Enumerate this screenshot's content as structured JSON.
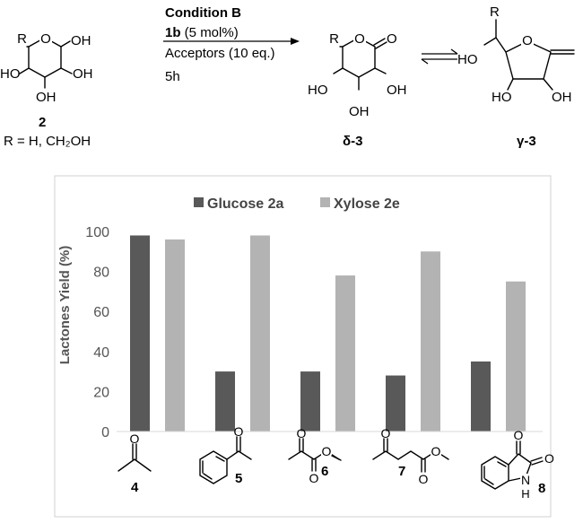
{
  "scheme": {
    "reactant_number": "2",
    "r_definition": "R = H, CH₂OH",
    "condition_title": "Condition B",
    "catalyst_bold": "1b",
    "catalyst_loading": " (5 mol%)",
    "acceptors": "Acceptors (10 eq.)",
    "time": "5h",
    "product_delta": "δ-3",
    "product_gamma": "γ-3",
    "atoms": {
      "R": "R",
      "O": "O",
      "OH": "OH",
      "HO": "HO"
    }
  },
  "acceptors": [
    {
      "number": "4"
    },
    {
      "number": "5"
    },
    {
      "number": "6"
    },
    {
      "number": "7"
    },
    {
      "number": "8"
    }
  ],
  "acceptor_atoms": {
    "O": "O",
    "N": "N",
    "H": "H"
  },
  "chart_data": {
    "type": "bar",
    "ylabel": "Lactones Yield (%)",
    "ylim": [
      0,
      100
    ],
    "yticks": [
      0,
      20,
      40,
      60,
      80,
      100
    ],
    "grid": false,
    "legend_placement": "top",
    "categories": [
      "4",
      "5",
      "6",
      "7",
      "8"
    ],
    "series": [
      {
        "name": "Glucose 2a",
        "color": "#595959",
        "values": [
          98,
          30,
          30,
          28,
          35
        ]
      },
      {
        "name": "Xylose 2e",
        "color": "#b3b3b3",
        "values": [
          96,
          98,
          78,
          90,
          75
        ]
      }
    ]
  }
}
